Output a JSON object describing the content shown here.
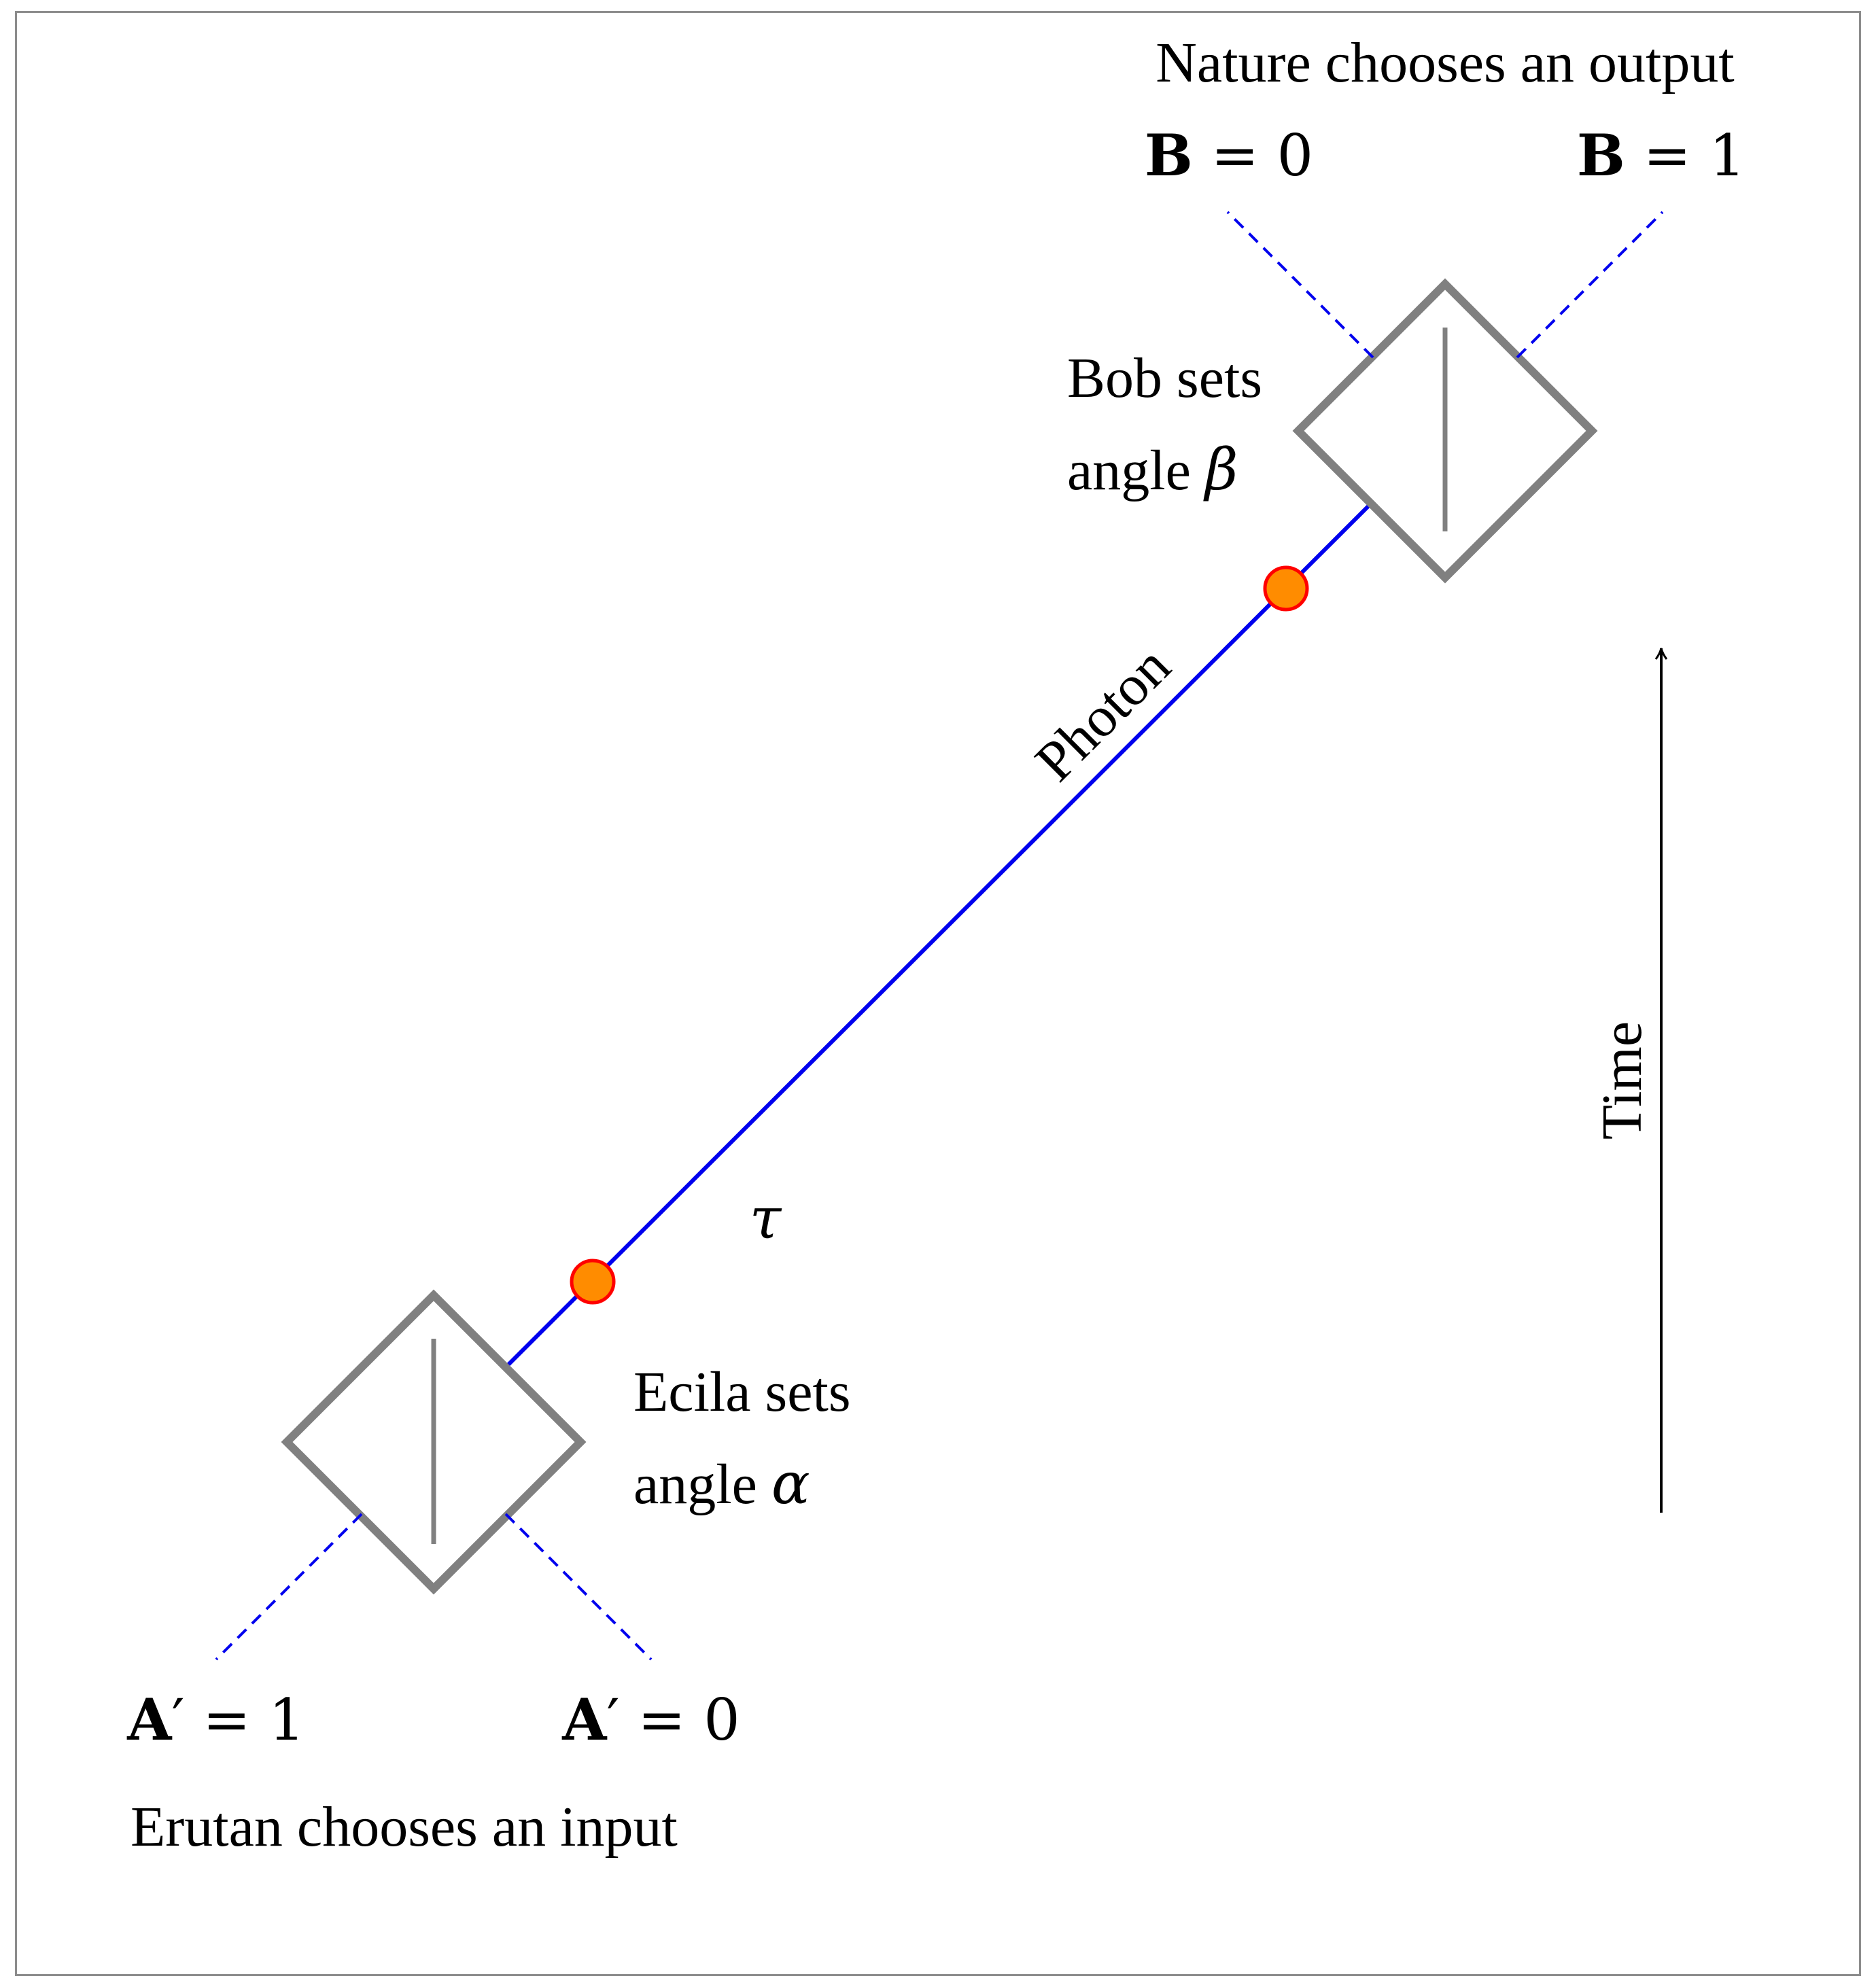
{
  "colors": {
    "box": "#808080",
    "photon": "#0000ee",
    "dashed": "#0000ee",
    "event_fill": "#ff8c00",
    "event_stroke": "#ff0000",
    "arrow": "#000000"
  },
  "labels": {
    "top_caption": "Nature chooses an output",
    "bottom_caption": "Erutan chooses an input",
    "bob_line1": "Bob sets",
    "bob_line2": "angle",
    "bob_symbol": "β",
    "ecila_line1": "Ecila sets",
    "ecila_line2": "angle",
    "ecila_symbol": "α",
    "photon": "Photon",
    "tau": "τ",
    "time": "Time"
  },
  "outputs": {
    "b0": {
      "var": "B",
      "eq": " = 0"
    },
    "b1": {
      "var": "B",
      "eq": " = 1"
    },
    "a1": {
      "var": "A",
      "prime": "′",
      "eq": " = 1"
    },
    "a0": {
      "var": "A",
      "prime": "′",
      "eq": " = 0"
    }
  }
}
